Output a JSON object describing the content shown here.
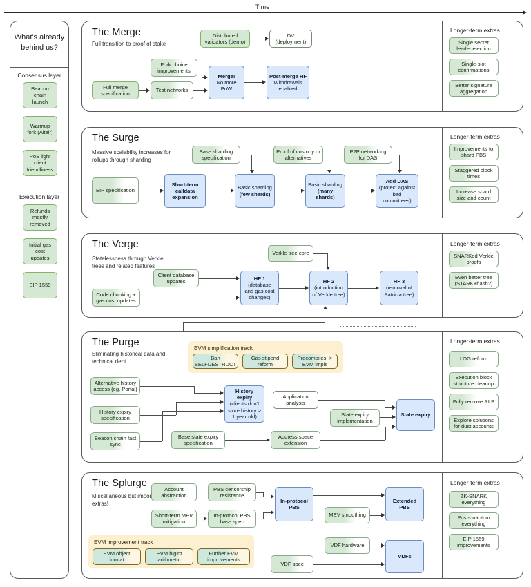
{
  "timeline": {
    "label": "Time"
  },
  "sidebar": {
    "heading": "What's already behind us?",
    "groups": [
      {
        "label": "Consensus layer",
        "items": [
          {
            "text": "Beacon chain launch"
          },
          {
            "text": "Warmup fork (Altair)"
          },
          {
            "text": "PoS light client friendliness"
          }
        ]
      },
      {
        "label": "Execution layer",
        "items": [
          {
            "text": "Refunds mostly removed"
          },
          {
            "text": "Initial gas cost updates"
          },
          {
            "text": "EIP 1559"
          }
        ]
      }
    ]
  },
  "extras_column_title": "Longer-term extras",
  "sections": [
    {
      "id": "merge",
      "title": "The Merge",
      "subtitle": "Full transition to proof of stake",
      "nodes": [
        {
          "id": "m-dv-demo",
          "text": "Distributed validators (demo)"
        },
        {
          "id": "m-dv-deploy",
          "text": "DV (deployment)"
        },
        {
          "id": "m-fork-choice",
          "text": "Fork choice improvements"
        },
        {
          "id": "m-full-merge-spec",
          "text": "Full merge specification"
        },
        {
          "id": "m-test-networks",
          "text": "Test networks"
        },
        {
          "id": "m-merge",
          "line1": "Merge!",
          "line2": "No more PoW"
        },
        {
          "id": "m-post-merge",
          "line1": "Post-merge HF",
          "line2": "Withdrawals enabled"
        }
      ],
      "extras": [
        {
          "text": "Single secret leader election"
        },
        {
          "text": "Single-slot confirmations"
        },
        {
          "text": "Better signature aggregation"
        }
      ]
    },
    {
      "id": "surge",
      "title": "The Surge",
      "subtitle": "Massive scalability increases for rollups through sharding",
      "nodes": [
        {
          "id": "s-base-shard-spec",
          "text": "Base sharding specification"
        },
        {
          "id": "s-proof-custody",
          "text": "Proof of custody or alternatives"
        },
        {
          "id": "s-p2p-das",
          "text": "P2P networking for DAS"
        },
        {
          "id": "s-eip-spec",
          "text": "EIP specification"
        },
        {
          "id": "s-calldata",
          "text": "Short-term calldata expansion"
        },
        {
          "id": "s-basic-few",
          "line1": "Basic sharding",
          "line2": "(few shards)"
        },
        {
          "id": "s-basic-many",
          "line1": "Basic sharding",
          "line2": "(many shards)"
        },
        {
          "id": "s-add-das",
          "line1": "Add DAS",
          "line2": "(protect against bad committees)"
        }
      ],
      "extras": [
        {
          "text": "Improvements to shard PBS"
        },
        {
          "text": "Staggered block times"
        },
        {
          "text": "Increase shard size and count"
        }
      ]
    },
    {
      "id": "verge",
      "title": "The Verge",
      "subtitle": "Statelessness through Verkle trees and related features",
      "nodes": [
        {
          "id": "v-verkle-core",
          "text": "Verkle tree core"
        },
        {
          "id": "v-client-db",
          "text": "Client database updates"
        },
        {
          "id": "v-code-chunking",
          "text": "Code chunking + gas cost updates"
        },
        {
          "id": "v-hf1",
          "line1": "HF 1",
          "line2": "(database and gas cost changes)"
        },
        {
          "id": "v-hf2",
          "line1": "HF 2",
          "line2": "(introduction of Verkle tree)"
        },
        {
          "id": "v-hf3",
          "line1": "HF 3",
          "line2": "(removal of Patricia tree)"
        }
      ],
      "extras": [
        {
          "text": "SNARKed Verkle proofs"
        },
        {
          "text": "Even better tree (STARK+hash?)"
        }
      ]
    },
    {
      "id": "purge",
      "title": "The Purge",
      "subtitle": "Eliminating historical data and technical debt",
      "track": {
        "title": "EVM simplification track",
        "items": [
          {
            "text": "Ban SELFDESTRUCT"
          },
          {
            "text": "Gas stipend reform"
          },
          {
            "text": "Precompiles -> EVM impls"
          }
        ]
      },
      "nodes": [
        {
          "id": "p-alt-history",
          "text": "Alternative history access (eg. Portal)"
        },
        {
          "id": "p-history-spec",
          "text": "History expiry specification"
        },
        {
          "id": "p-beacon-fast-sync",
          "text": "Beacon chain fast sync"
        },
        {
          "id": "p-history-expiry",
          "line1": "History expiry",
          "line2": "(clients don't store history > 1 year old)"
        },
        {
          "id": "p-app-analysis",
          "text": "Application analysis"
        },
        {
          "id": "p-base-state-spec",
          "text": "Base state expiry specification"
        },
        {
          "id": "p-address-space",
          "text": "Address space extension"
        },
        {
          "id": "p-state-impl",
          "text": "State expiry implementation"
        },
        {
          "id": "p-state-expiry",
          "text": "State expiry"
        }
      ],
      "extras": [
        {
          "text": "LOG reform"
        },
        {
          "text": "Execution block structure cleanup"
        },
        {
          "text": "Fully remove RLP"
        },
        {
          "text": "Explore solutions for dust accounts"
        }
      ]
    },
    {
      "id": "splurge",
      "title": "The Splurge",
      "subtitle": "Miscellaneous but important extras!",
      "track": {
        "title": "EVM improvement track",
        "items": [
          {
            "text": "EVM object format"
          },
          {
            "text": "EVM bigint arithmetic"
          },
          {
            "text": "Further EVM improvements"
          }
        ]
      },
      "nodes": [
        {
          "id": "sp-account-abs",
          "text": "Account abstraction"
        },
        {
          "id": "sp-pbs-censor",
          "text": "PBS censorship resistance"
        },
        {
          "id": "sp-mev-mitigation",
          "text": "Short-term MEV mitigation"
        },
        {
          "id": "sp-pbs-base-spec",
          "text": "In-protocol PBS base spec"
        },
        {
          "id": "sp-in-protocol-pbs",
          "text": "In-protocol PBS"
        },
        {
          "id": "sp-mev-smoothing",
          "text": "MEV smoothing"
        },
        {
          "id": "sp-extended-pbs",
          "text": "Extended PBS"
        },
        {
          "id": "sp-vdf-hardware",
          "text": "VDF hardware"
        },
        {
          "id": "sp-vdf-spec",
          "text": "VDF spec"
        },
        {
          "id": "sp-vdfs",
          "text": "VDFs"
        }
      ],
      "extras": [
        {
          "text": "ZK-SNARK everything"
        },
        {
          "text": "Post-quantum everything"
        },
        {
          "text": "EIP 1559 improvements"
        }
      ]
    }
  ],
  "colors": {
    "done": "#d5e8d4",
    "done_border": "#82b366",
    "future": "#dae8fc",
    "future_border": "#6c8ebf",
    "track_bg": "#fdf0d0",
    "line": "#4d4d4d"
  }
}
